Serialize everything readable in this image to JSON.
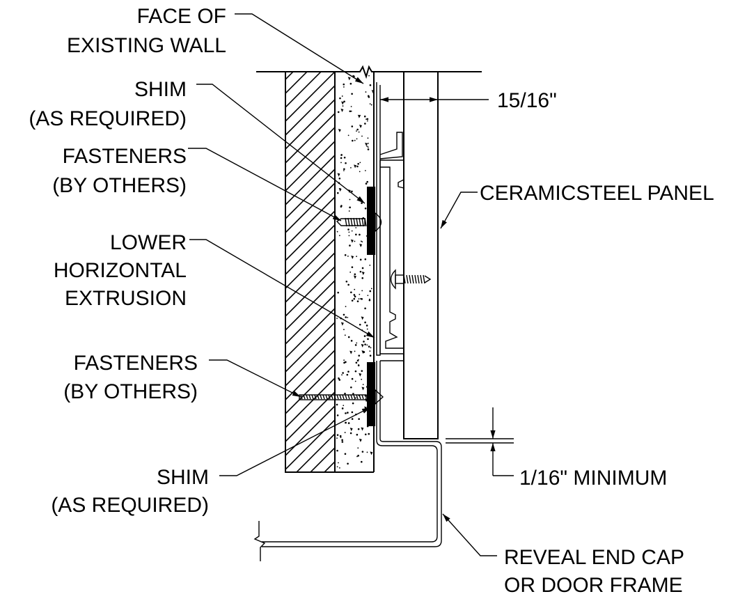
{
  "labels": {
    "face_of_wall": [
      "FACE OF",
      "EXISTING WALL"
    ],
    "shim_top": [
      "SHIM",
      "(AS REQUIRED)"
    ],
    "fasteners_top": [
      "FASTENERS",
      "(BY OTHERS)"
    ],
    "lower_extrusion": [
      "LOWER",
      "HORIZONTAL",
      "EXTRUSION"
    ],
    "fasteners_bottom": [
      "FASTENERS",
      "(BY OTHERS)"
    ],
    "shim_bottom": [
      "SHIM",
      "(AS REQUIRED)"
    ],
    "dim_top": "15/16\"",
    "panel": "CERAMICSTEEL PANEL",
    "dim_bottom": "1/16\" MINIMUM",
    "reveal": [
      "REVEAL END CAP",
      "OR DOOR FRAME"
    ]
  }
}
